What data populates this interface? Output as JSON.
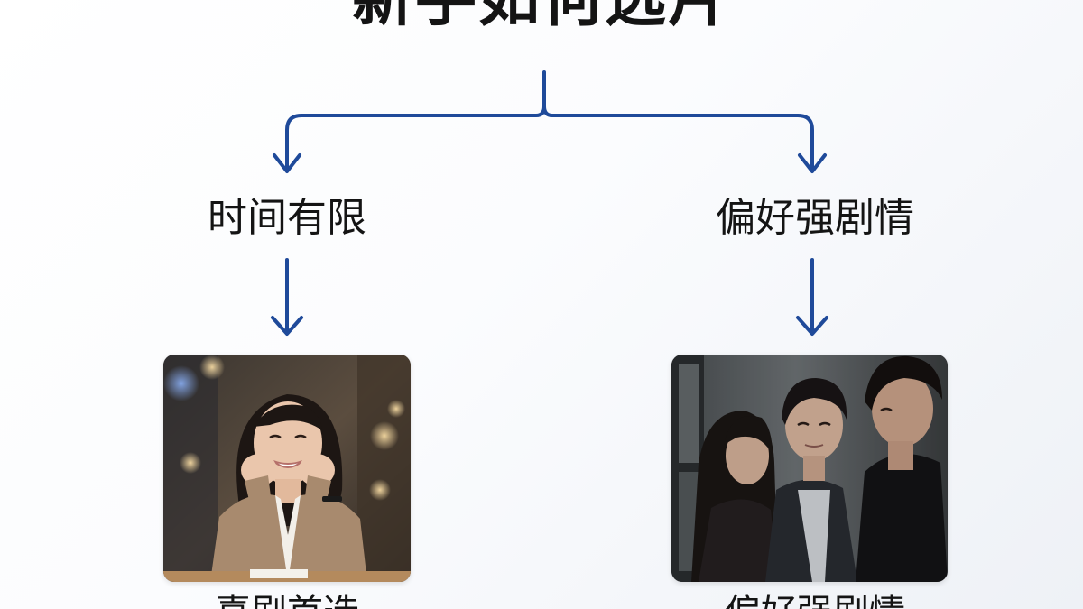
{
  "title": "新手如何选片",
  "branches": [
    {
      "label": "时间有限",
      "caption": "喜剧首选"
    },
    {
      "label": "偏好强剧情",
      "caption": "偏好强剧情"
    }
  ],
  "colors": {
    "arrow": "#1f4a9a",
    "text": "#141414"
  }
}
